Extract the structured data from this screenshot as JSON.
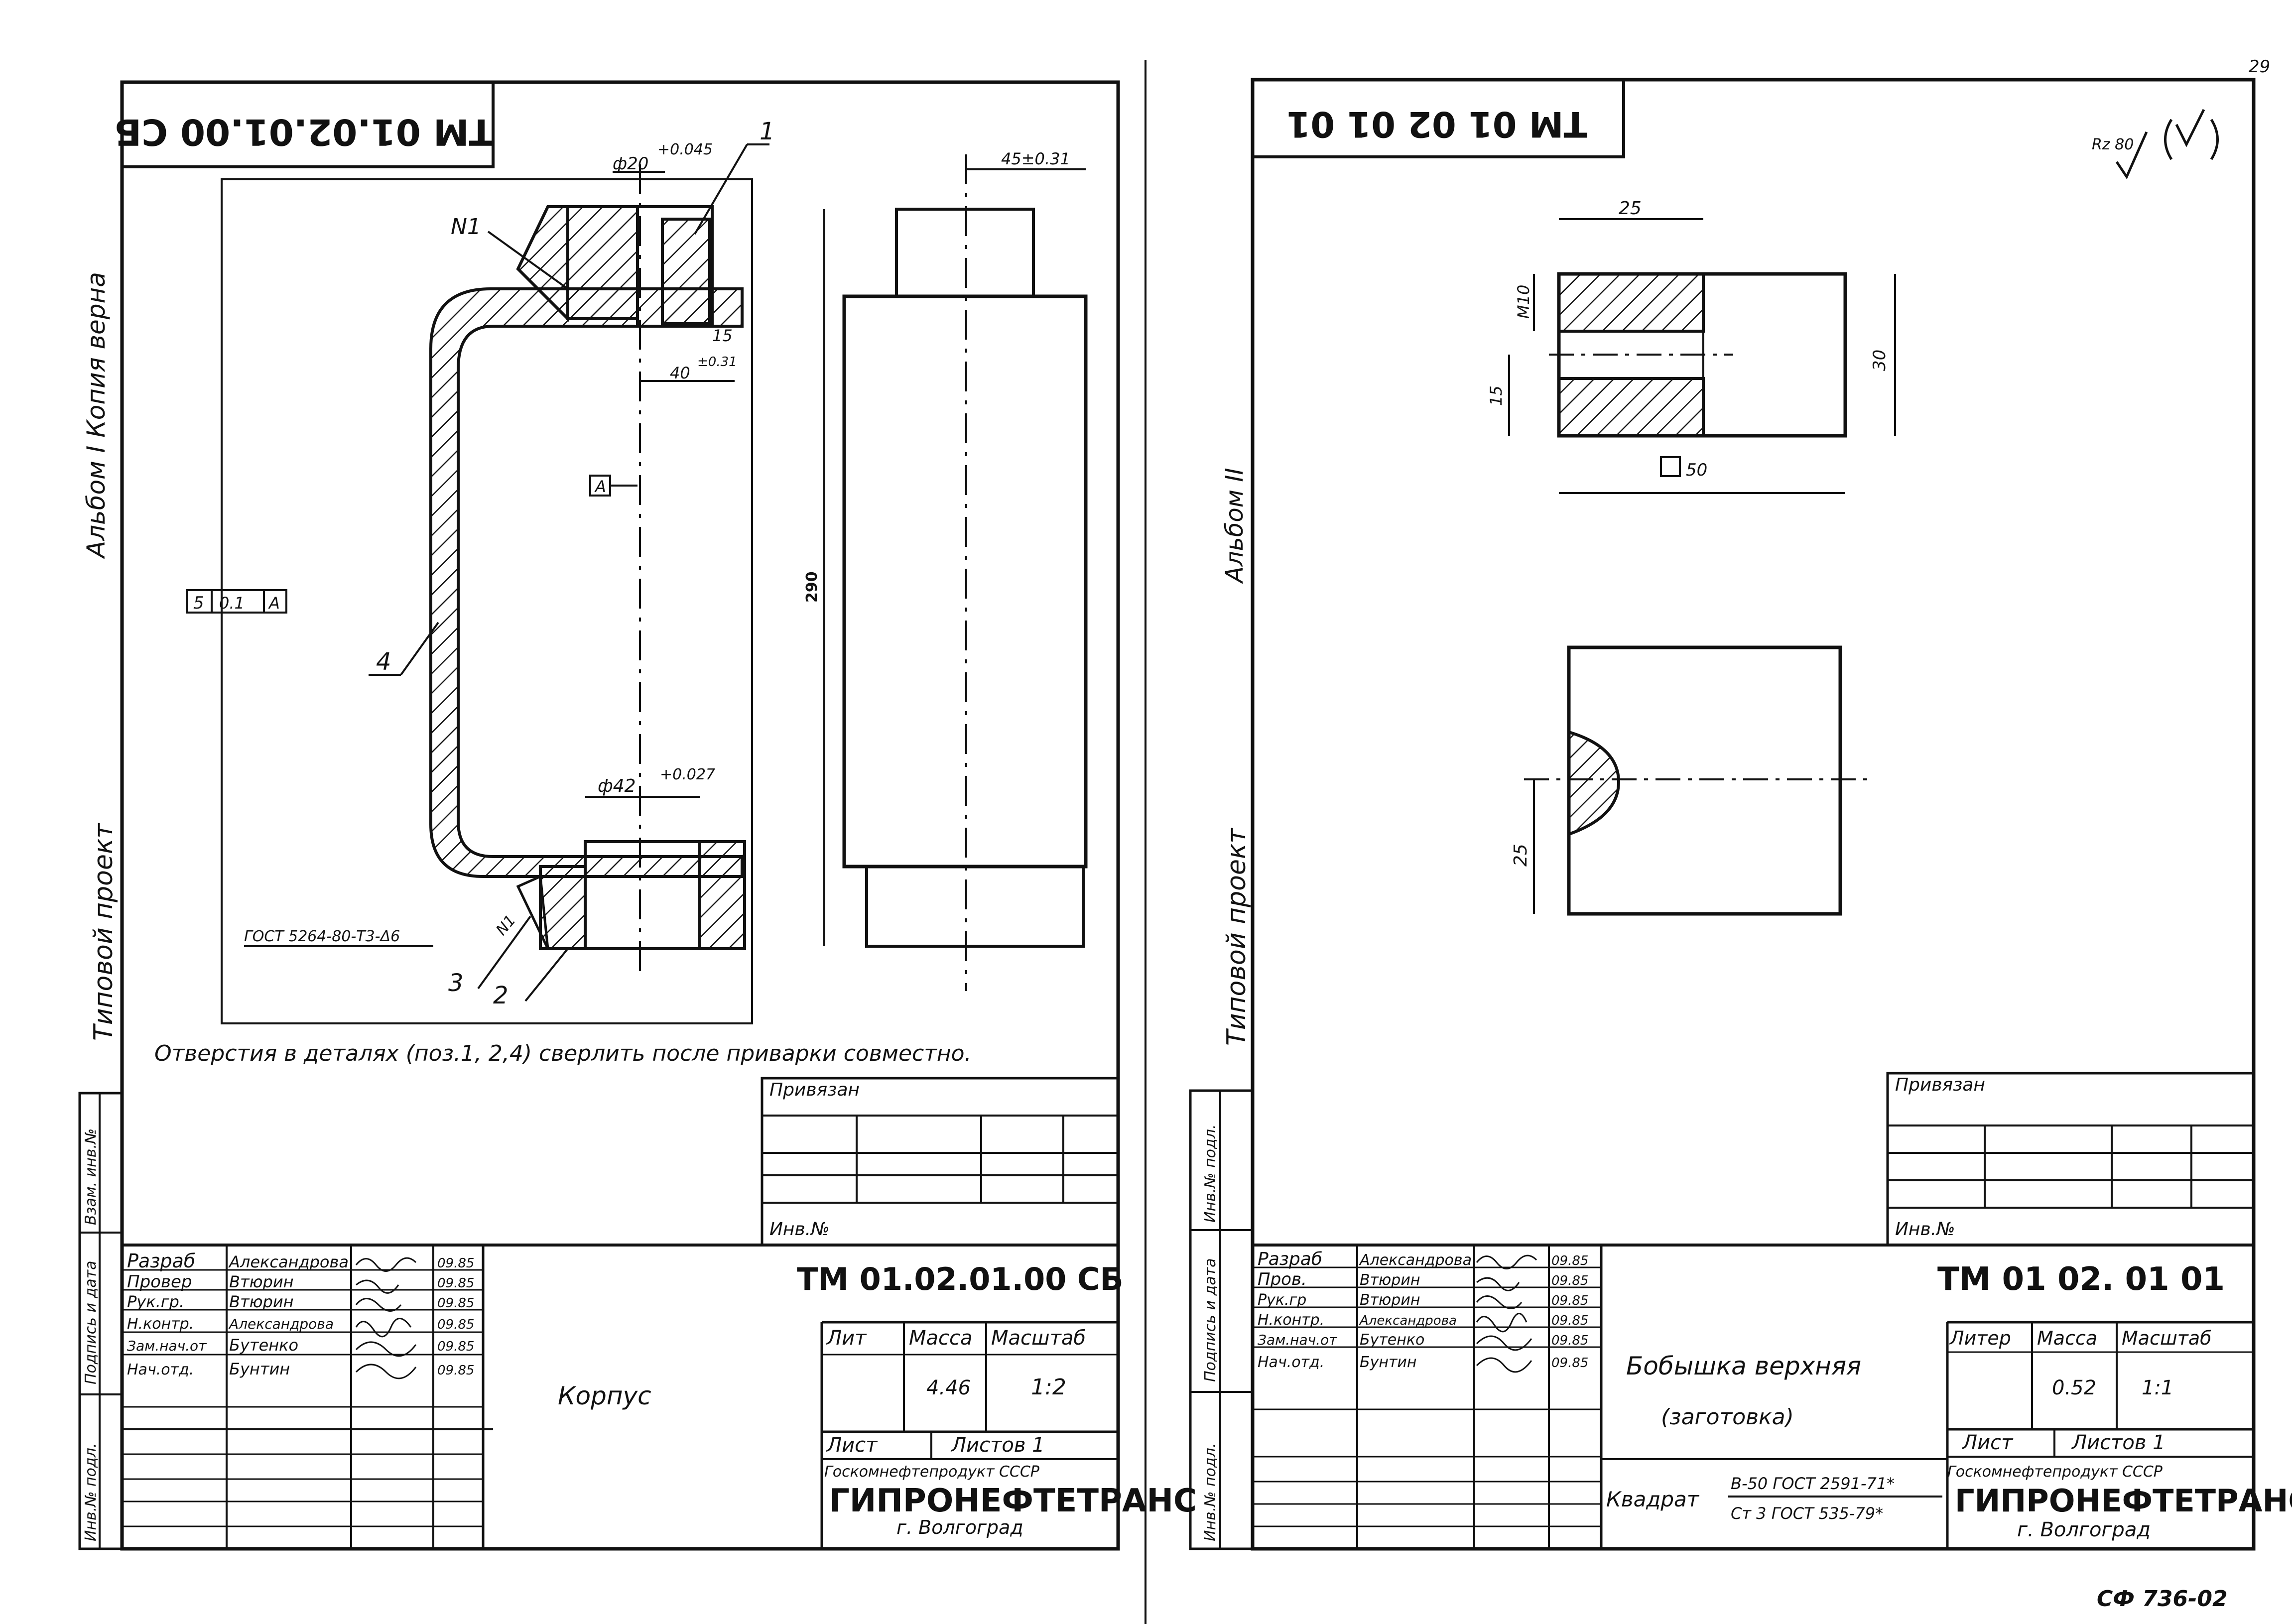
{
  "page_number": "29",
  "sheet_code": "СФ 736-02",
  "left_sheet": {
    "margin_stamp": "Альбом I Копия верна",
    "margin_project": "Типовой проект",
    "corner_stamp": "ТМ 01.02.01.00 СБ",
    "leaders": {
      "n1": "N1",
      "p1": "1",
      "p2": "2",
      "p3": "3",
      "p4": "4"
    },
    "dims": {
      "d20": "ф20",
      "d20_tol": "+0.045",
      "d15": "15",
      "d40": "40",
      "d40_tol": "±0.31",
      "d45": "45±0.31",
      "d290": "290",
      "d42": "ф42",
      "d42_tol": "+0.027"
    },
    "datum": "A",
    "tolerance_frame": [
      "5",
      "0.1",
      "A"
    ],
    "weld_note": "ГОСТ 5264-80-Т3-Δ6",
    "weld_n1": "N1",
    "note": "Отверстия в деталях (поз.1, 2,4) сверлить после приварки совместно.",
    "side_stamps": [
      "Взам. инв.№",
      "Подпись и дата",
      "Инв.№ подл."
    ],
    "privyazan": "Привязан",
    "inv_no": "Инв.№",
    "designation": "ТМ 01.02.01.00 СБ",
    "part_name": "Корпус",
    "staff": [
      {
        "role": "Разраб",
        "name": "Александрова",
        "date": "09.85"
      },
      {
        "role": "Провер",
        "name": "Втюрин",
        "date": "09.85"
      },
      {
        "role": "Рук.гр.",
        "name": "Втюрин",
        "date": "09.85"
      },
      {
        "role": "Н.контр.",
        "name": "Александрова",
        "date": "09.85"
      },
      {
        "role": "Зам.нач.от",
        "name": "Бутенко",
        "date": "09.85"
      },
      {
        "role": "Нач.отд.",
        "name": "Бунтин",
        "date": "09.85"
      }
    ],
    "lit_label": "Лит",
    "mass_label": "Масса",
    "scale_label": "Масштаб",
    "mass": "4.46",
    "scale": "1:2",
    "sheet_label": "Лист",
    "sheets_label": "Листов 1",
    "org_top": "Госкомнефтепродукт СССР",
    "org_main": "ГИПРОНЕФТЕТРАНС",
    "org_city": "г. Волгоград"
  },
  "right_sheet": {
    "margin_stamp": "Альбом II",
    "margin_project": "Типовой проект",
    "corner_stamp": "ТМ 01 02 01 01",
    "roughness": "Rz 80",
    "dims": {
      "d25": "25",
      "m10": "М10",
      "d15": "15",
      "d30": "30",
      "sq50": "50",
      "d25b": "25"
    },
    "side_stamps": [
      "Инв.№ подл.",
      "Подпись и дата",
      "Инв.№ подл."
    ],
    "privyazan": "Привязан",
    "inv_no": "Инв.№",
    "designation": "ТМ 01 02. 01 01",
    "part_name": "Бобышка верхняя",
    "part_sub": "(заготовка)",
    "staff": [
      {
        "role": "Разраб",
        "name": "Александрова",
        "date": "09.85"
      },
      {
        "role": "Пров.",
        "name": "Втюрин",
        "date": "09.85"
      },
      {
        "role": "Рук.гр",
        "name": "Втюрин",
        "date": "09.85"
      },
      {
        "role": "Н.контр.",
        "name": "Александрова",
        "date": "09.85"
      },
      {
        "role": "Зам.нач.от",
        "name": "Бутенко",
        "date": "09.85"
      },
      {
        "role": "Нач.отд.",
        "name": "Бунтин",
        "date": "09.85"
      }
    ],
    "lit_label": "Литер",
    "mass_label": "Масса",
    "scale_label": "Масштаб",
    "mass": "0.52",
    "scale": "1:1",
    "sheet_label": "Лист",
    "sheets_label": "Листов 1",
    "material_label": "Квадрат",
    "material_top": "В-50 ГОСТ 2591-71*",
    "material_bottom": "Ст 3 ГОСТ 535-79*",
    "org_top": "Госкомнефтепродукт СССР",
    "org_main": "ГИПРОНЕФТЕТРАНС",
    "org_city": "г. Волгоград"
  }
}
